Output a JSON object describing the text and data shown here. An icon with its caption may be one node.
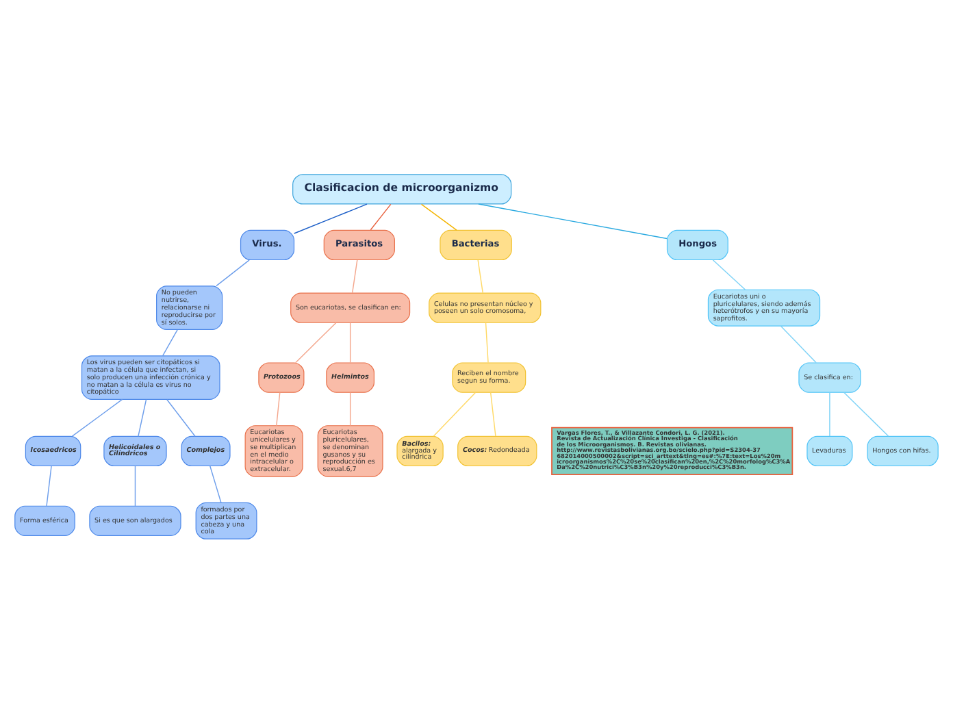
{
  "diagram": {
    "nodes": [
      {
        "text": [
          "Clasificacion de microorganizmo"
        ]
      },
      {
        "text": [
          "Virus."
        ]
      },
      {
        "text": [
          "Parasitos"
        ]
      },
      {
        "text": [
          "Bacterias"
        ]
      },
      {
        "text": [
          "Hongos"
        ]
      },
      {
        "text": [
          "No pueden nutrirse, relacionarse ni reproducirse por sí solos."
        ]
      },
      {
        "text": [
          "Los virus pueden ser citopáticos si matan a la célula que infectan, si solo producen una infección crónica y no matan a la célula es virus no citopático"
        ]
      },
      {
        "text": [
          "Icosaedricos"
        ]
      },
      {
        "text": [
          "Helicoidales o Cilíndricos"
        ]
      },
      {
        "text": [
          "Complejos"
        ]
      },
      {
        "text": [
          "Forma esférica"
        ]
      },
      {
        "text": [
          "Si es que son alargados"
        ]
      },
      {
        "text": [
          "formados por dos partes una cabeza y una cola"
        ]
      },
      {
        "text": [
          "Son eucariotas, se clasifican en:"
        ]
      },
      {
        "text": [
          "Protozoos"
        ]
      },
      {
        "text": [
          "Helmintos"
        ]
      },
      {
        "text": [
          "Eucariotas unicelulares y se multiplican en el medio intracelular o extracelular."
        ]
      },
      {
        "text": [
          "Eucariotas pluricelulares, se denominan gusanos y su reproducción es sexual.6,7"
        ]
      },
      {
        "text": [
          "Celulas no presentan núcleo y poseen un solo cromosoma,"
        ]
      },
      {
        "text": [
          "Reciben el nombre segun su forma."
        ]
      },
      {
        "text": [
          "**Bacilos:** alargada y cilíndrica"
        ]
      },
      {
        "text": [
          "**Cocos:** Redondeada"
        ]
      },
      {
        "text": [
          "Eucariotas uni o pluricelulares, siendo además heterótrofos y en su mayoría saprofitos."
        ]
      },
      {
        "text": [
          "Se clasifica en:"
        ]
      },
      {
        "text": [
          "Levaduras"
        ]
      },
      {
        "text": [
          "Hongos con hifas."
        ]
      },
      {
        "text": [
          "Vargas Flores, T., & Villazante Condori, L. G. (2021). Revista de Actualización Clínica Investiga - Clasificación de los Microorganismos. B. Revistas olivianas. http://www.revistasbolivianas.org.bo/scielo.php?pid=S2304-37682014000500002&script=sci_arttext&tlng=es#:%7E:text=Los%20microorganismos%2C%20se%20clasifican%20en,%2C%20morfolog%C3%ADa%2C%20nutrici%C3%B3n%20y%20reproducci%C3%B3n."
        ]
      }
    ],
    "edges": [
      {
        "from": 0,
        "to": 1,
        "arrow": "none",
        "color": "#1c5fc8"
      },
      {
        "from": 0,
        "to": 2,
        "arrow": "none",
        "color": "#e8603c"
      },
      {
        "from": 0,
        "to": 3,
        "arrow": "none",
        "color": "#f4b400"
      },
      {
        "from": 0,
        "to": 4,
        "arrow": "none",
        "color": "#29a9e0"
      },
      {
        "from": 1,
        "to": 5,
        "arrow": "none",
        "color": "#6d9eeb"
      },
      {
        "from": 5,
        "to": 6,
        "arrow": "none",
        "color": "#6d9eeb"
      },
      {
        "from": 6,
        "to": 7,
        "arrow": "none",
        "color": "#6d9eeb"
      },
      {
        "from": 6,
        "to": 8,
        "arrow": "none",
        "color": "#6d9eeb"
      },
      {
        "from": 6,
        "to": 9,
        "arrow": "none",
        "color": "#6d9eeb"
      },
      {
        "from": 7,
        "to": 10,
        "arrow": "none",
        "color": "#6d9eeb"
      },
      {
        "from": 8,
        "to": 11,
        "arrow": "none",
        "color": "#6d9eeb"
      },
      {
        "from": 9,
        "to": 12,
        "arrow": "none",
        "color": "#6d9eeb"
      },
      {
        "from": 2,
        "to": 13,
        "arrow": "none",
        "color": "#f4a68c"
      },
      {
        "from": 13,
        "to": 14,
        "arrow": "none",
        "color": "#f4a68c"
      },
      {
        "from": 13,
        "to": 15,
        "arrow": "none",
        "color": "#f4a68c"
      },
      {
        "from": 14,
        "to": 16,
        "arrow": "none",
        "color": "#f4a68c"
      },
      {
        "from": 15,
        "to": 17,
        "arrow": "none",
        "color": "#f4a68c"
      },
      {
        "from": 3,
        "to": 18,
        "arrow": "none",
        "color": "#ffd966"
      },
      {
        "from": 18,
        "to": 19,
        "arrow": "none",
        "color": "#ffd966"
      },
      {
        "from": 19,
        "to": 20,
        "arrow": "none",
        "color": "#ffd966"
      },
      {
        "from": 19,
        "to": 21,
        "arrow": "none",
        "color": "#ffd966"
      },
      {
        "from": 4,
        "to": 22,
        "arrow": "none",
        "color": "#7fd3f7"
      },
      {
        "from": 22,
        "to": 23,
        "arrow": "none",
        "color": "#7fd3f7"
      },
      {
        "from": 23,
        "to": 24,
        "arrow": "none",
        "color": "#7fd3f7"
      },
      {
        "from": 23,
        "to": 25,
        "arrow": "none",
        "color": "#7fd3f7"
      }
    ]
  }
}
